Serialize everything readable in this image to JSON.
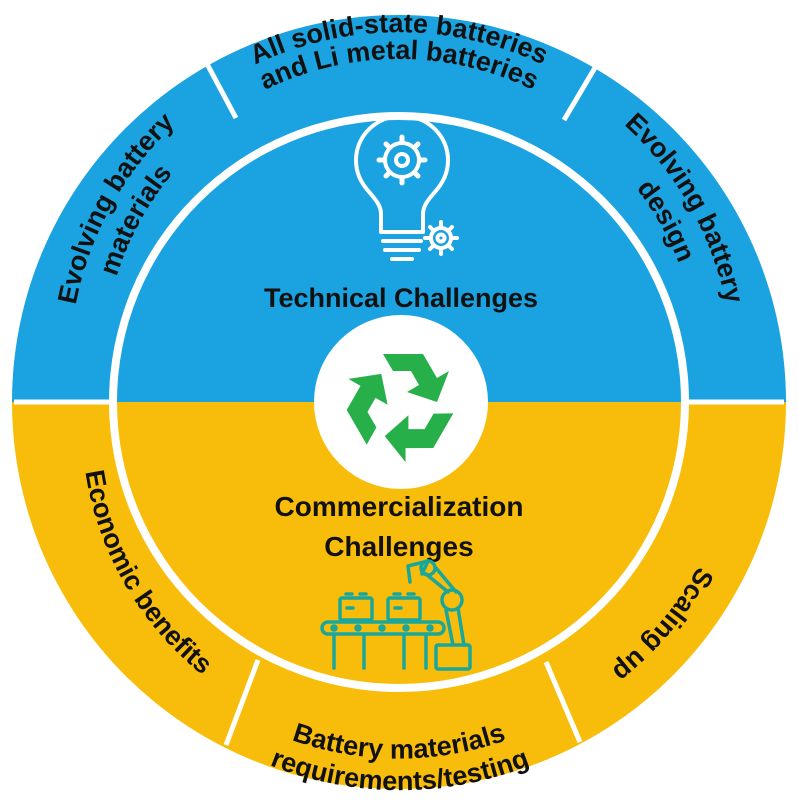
{
  "colors": {
    "blue": "#1aa3e0",
    "yellow": "#f8bd0a",
    "white": "#ffffff",
    "recycle_green": "#27b04a",
    "icon_teal": "#1aa79a"
  },
  "outer_segments": {
    "top": [
      "All solid-state batteries",
      "and Li metal batteries"
    ],
    "upper_left": [
      "Evolving battery",
      "materials"
    ],
    "upper_right": [
      "Evolving battery",
      "design"
    ],
    "lower_left": [
      "Economic benefits"
    ],
    "bottom": [
      "Battery materials",
      "requirements/testing"
    ],
    "lower_right": [
      "Scaling up"
    ]
  },
  "inner": {
    "technical": "Technical Challenges",
    "commercial_line1": "Commercialization",
    "commercial_line2": "Challenges"
  },
  "icons": {
    "top": "lightbulb-gear-icon",
    "center": "recycle-icon",
    "bottom": "factory-robot-arm-icon"
  }
}
